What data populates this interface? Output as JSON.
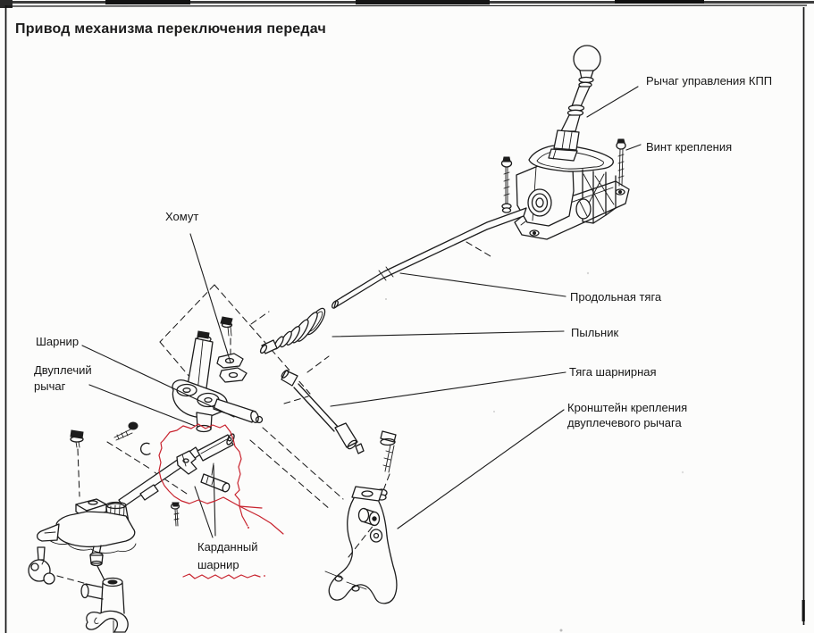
{
  "page": {
    "title": "Привод механизма переключения передач"
  },
  "labels": {
    "shift_lever": "Рычаг управления КПП",
    "mount_screw": "Винт крепления",
    "longitudinal_rod": "Продольная тяга",
    "boot": "Пыльник",
    "hinged_rod": "Тяга шарнирная",
    "bracket_line1": "Кронштейн крепления",
    "bracket_line2": "двуплечевого рычага",
    "clamp": "Хомут",
    "hinge": "Шарнир",
    "two_arm_lever_line1": "Двуплечий",
    "two_arm_lever_line2": "рычаг",
    "cardan_line1": "Карданный",
    "cardan_line2": "шарнир"
  },
  "colors": {
    "ink": "#1c1c1c",
    "annotation_red": "#c8232e",
    "paper": "#fcfcfb"
  }
}
